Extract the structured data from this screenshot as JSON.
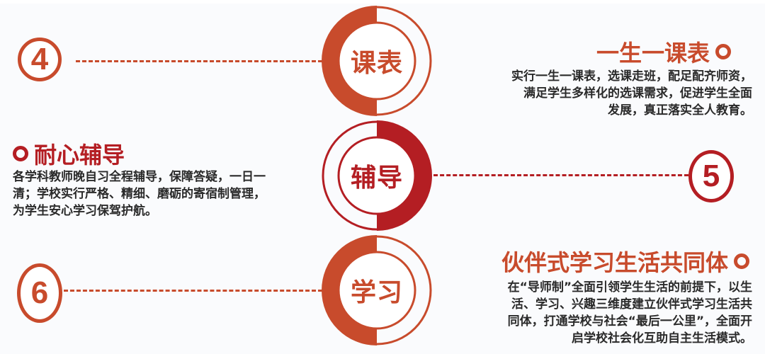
{
  "colors": {
    "orange": "#c84b2c",
    "red": "#b41e23",
    "text": "#2a2a2a",
    "background": "#fafbfd"
  },
  "items": [
    {
      "number": "4",
      "hub_label": "课表",
      "title": "一生一课表",
      "title_icon": "ring-icon",
      "description_lines": [
        "实行一生一课表，选课走班，配足配齐师资，",
        "满足学生多样化的选课需求，促进学生全面",
        "发展，真正落实全人教育。"
      ]
    },
    {
      "number": "5",
      "hub_label": "辅导",
      "title": "耐心辅导",
      "title_icon": "ring-icon",
      "description_lines": [
        "各学科教师晚自习全程辅导，保障答疑，一日一",
        "清；学校实行严格、精细、磨砺的寄宿制管理，",
        "为学生安心学习保驾护航。"
      ]
    },
    {
      "number": "6",
      "hub_label": "学习",
      "title": "伙伴式学习生活共同体",
      "title_icon": "ring-icon",
      "description_lines": [
        "在“导师制”全面引领学生生活的前提下，以生",
        "活、学习、兴趣三维度建立伙伴式学习生活共",
        "同体，打通学校与社会“最后一公里”，全面开",
        "启学校社会化互助自主生活模式。"
      ]
    }
  ]
}
